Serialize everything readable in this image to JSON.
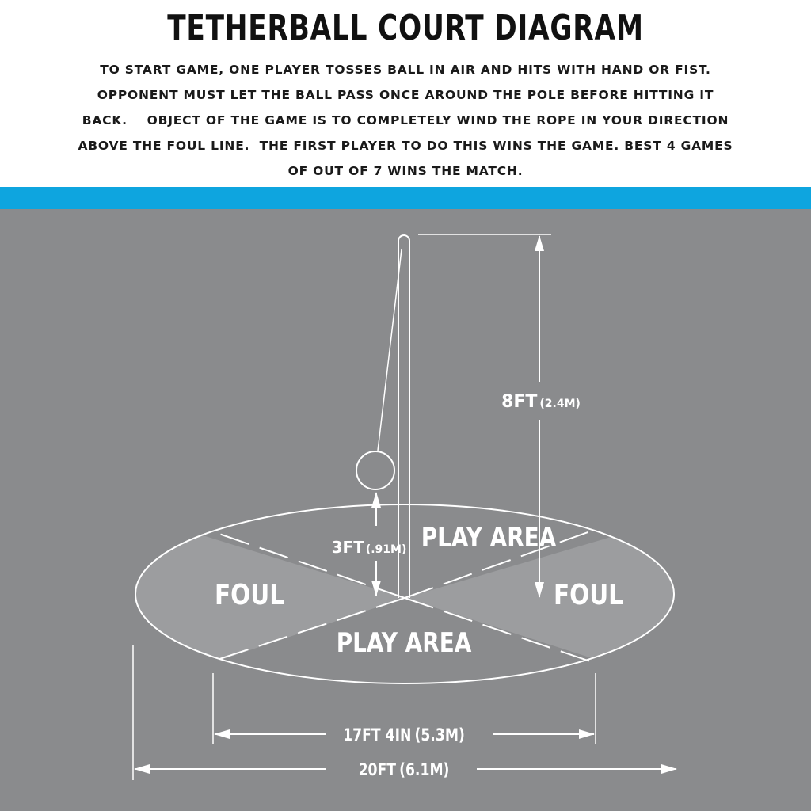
{
  "header": {
    "title": "TETHERBALL COURT DIAGRAM",
    "instructions": [
      "TO START GAME, ONE PLAYER TOSSES BALL IN AIR AND HITS WITH HAND OR FIST.",
      "OPPONENT MUST LET THE BALL PASS ONCE AROUND THE POLE BEFORE HITTING IT",
      "BACK.    OBJECT OF THE GAME IS TO COMPLETELY WIND THE ROPE IN YOUR DIRECTION",
      "ABOVE THE FOUL LINE.  THE FIRST PLAYER TO DO THIS WINS THE GAME. BEST 4 GAMES",
      "OF OUT OF 7 WINS THE MATCH."
    ]
  },
  "colors": {
    "accent_band": "#0ea5df",
    "court_bg": "#8a8b8d",
    "foul_zone": "#9c9d9f",
    "line": "#ffffff"
  },
  "diagram": {
    "zones": {
      "foul_left": "FOUL",
      "foul_right": "FOUL",
      "play_top": "PLAY AREA",
      "play_bottom": "PLAY AREA"
    },
    "dimensions": {
      "pole_height": {
        "main": "8FT",
        "metric": "(2.4M)"
      },
      "ball_height": {
        "main": "3FT",
        "metric": "(.91M)"
      },
      "inner_width": {
        "main": "17FT 4IN",
        "metric": "(5.3M)"
      },
      "outer_width": {
        "main": "20FT",
        "metric": "(6.1M)"
      }
    }
  }
}
